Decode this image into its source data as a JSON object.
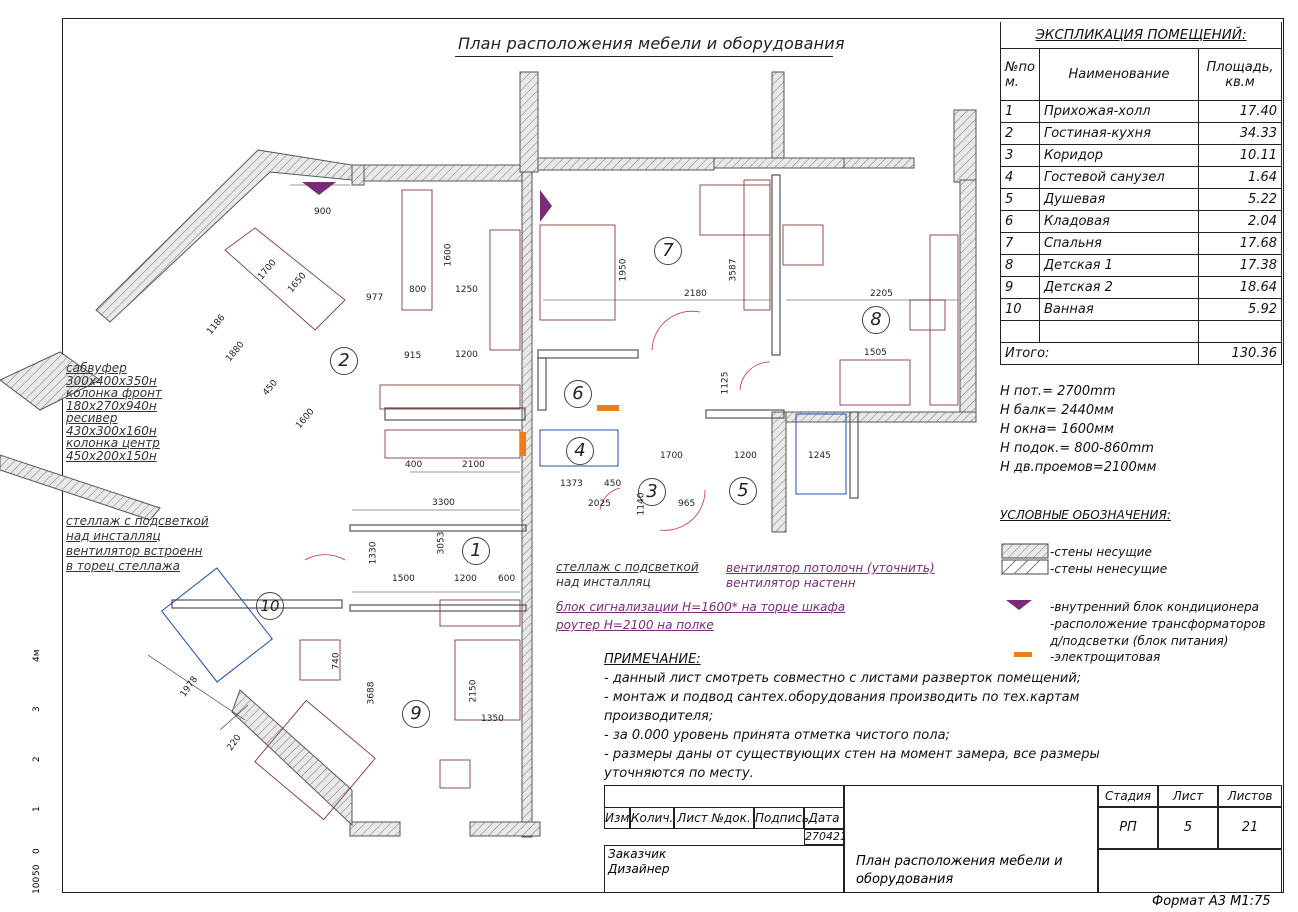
{
  "plan": {
    "title": "План расположения мебели и оборудования",
    "room_labels": [
      "1",
      "2",
      "3",
      "4",
      "5",
      "6",
      "7",
      "8",
      "9",
      "10"
    ]
  },
  "explication": {
    "title": "ЭКСПЛИКАЦИЯ ПОМЕЩЕНИЙ:",
    "headers": {
      "no": "№по м.",
      "name": "Наименование",
      "area": "Площадь, кв.м"
    },
    "rows": [
      {
        "no": "1",
        "name": "Прихожая-холл",
        "area": "17.40"
      },
      {
        "no": "2",
        "name": "Гостиная-кухня",
        "area": "34.33"
      },
      {
        "no": "3",
        "name": "Коридор",
        "area": "10.11"
      },
      {
        "no": "4",
        "name": "Гостевой санузел",
        "area": "1.64"
      },
      {
        "no": "5",
        "name": "Душевая",
        "area": "5.22"
      },
      {
        "no": "6",
        "name": "Кладовая",
        "area": "2.04"
      },
      {
        "no": "7",
        "name": "Спальня",
        "area": "17.68"
      },
      {
        "no": "8",
        "name": "Детская 1",
        "area": "17.38"
      },
      {
        "no": "9",
        "name": "Детская 2",
        "area": "18.64"
      },
      {
        "no": "10",
        "name": "Ванная",
        "area": "5.92"
      }
    ],
    "total_label": "Итого:",
    "total_value": "130.36"
  },
  "heights": [
    "H пот.= 2700mm",
    "H балк= 2440мм",
    "H окна= 1600мм",
    "H подок.= 800-860mm",
    "H дв.проемов=2100мм"
  ],
  "legend": {
    "title": "УСЛОВНЫЕ ОБОЗНАЧЕНИЯ:",
    "items": [
      "-стены несущие",
      "-стены ненесущие",
      "-внутренний блок кондиционера",
      "-расположение трансформаторов д/подсветки (блок питания)",
      "-электрощитовая"
    ],
    "colors": {
      "ac": "#7a2a78",
      "panel": "#f07d1a",
      "wall": "#9a9a9a"
    }
  },
  "notes": {
    "title": "ПРИМЕЧАНИЕ:",
    "lines": [
      "- данный лист смотреть совместно с листами разверток помещений;",
      "- монтаж и подвод сантех.оборудования производить по тех.картам производителя;",
      "- за 0.000 уровень принята отметка чистого пола;",
      "- размеры даны от существующих стен на момент замера, все размеры уточняются по месту."
    ]
  },
  "left_labels": [
    "сабвуфер",
    "300х400х350н",
    "колонка фронт",
    "180х270х940н",
    "ресивер",
    "430х300х160н",
    "колонка центр",
    "450х200х150н"
  ],
  "shelf_labels": [
    "стеллаж с подсветкой",
    "над инсталляц",
    "вентилятор встроенн",
    "в торец стеллажа"
  ],
  "mid_labels": {
    "shelf1": "стеллаж с подсветкой",
    "shelf2": "над инсталляц",
    "fan1": "вентилятор потолочн (уточнить)",
    "fan2": "вентилятор настенн",
    "alarm": "блок сигнализации H=1600* на торце шкафа",
    "router": "роутер H=2100 на полке"
  },
  "dims": [
    "900",
    "800",
    "1600",
    "1250",
    "1700",
    "1650",
    "977",
    "1186",
    "1880",
    "450",
    "1600",
    "400",
    "1200",
    "2100",
    "3300",
    "3053",
    "1330",
    "1500",
    "1200",
    "600",
    "915",
    "2180",
    "1950",
    "3587",
    "2205",
    "1505",
    "1125",
    "1700",
    "1373",
    "450",
    "2025",
    "1140",
    "965",
    "1200",
    "1245",
    "3688",
    "2150",
    "1350",
    "740",
    "1978",
    "220"
  ],
  "stamp": {
    "headers": [
      "Изм.",
      "Колич.",
      "Лист №док.",
      "Подпись",
      "Дата"
    ],
    "date": "270421",
    "stage_h": "Стадия",
    "sheet_h": "Лист",
    "sheets_h": "Листов",
    "stage": "РП",
    "sheet": "5",
    "sheets": "21",
    "customer": "Заказчик",
    "designer": "Дизайнер",
    "sheet_title": "План расположения мебели и оборудования"
  },
  "format": "Формат А3 М1:75",
  "ruler": [
    "4м",
    "3",
    "2",
    "1",
    "0",
    "50",
    "100"
  ]
}
